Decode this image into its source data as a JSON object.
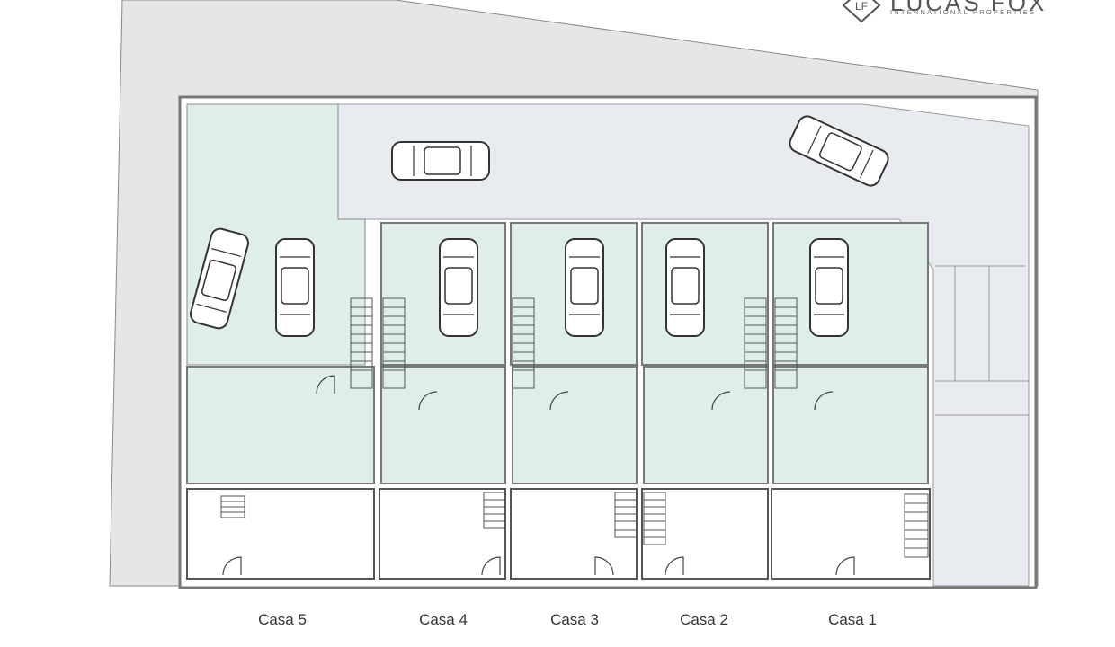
{
  "brand": {
    "name": "LUCAS FOX",
    "tagline": "INTERNATIONAL PROPERTIES",
    "monogram": "LF"
  },
  "houses": [
    {
      "label": "Casa 5"
    },
    {
      "label": "Casa 4"
    },
    {
      "label": "Casa 3"
    },
    {
      "label": "Casa 2"
    },
    {
      "label": "Casa 1"
    }
  ],
  "colors": {
    "site": "#e6e6e6",
    "garage": "#dfeee8",
    "driveway": "#e7ebf0",
    "wall": "#7a7a7a",
    "line": "#333333"
  }
}
